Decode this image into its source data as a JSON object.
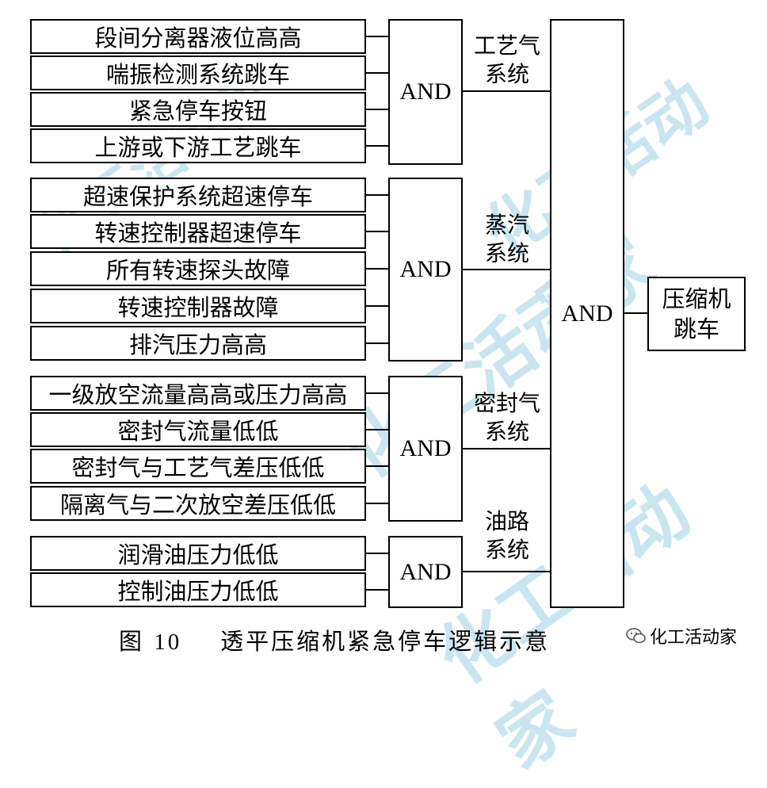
{
  "watermark": "化工活动家",
  "inputs": [
    "段间分离器液位高高",
    "喘振检测系统跳车",
    "紧急停车按钮",
    "上游或下游工艺跳车",
    "超速保护系统超速停车",
    "转速控制器超速停车",
    "所有转速探头故障",
    "转速控制器故障",
    "排汽压力高高",
    "一级放空流量高高或压力高高",
    "密封气流量低低",
    "密封气与工艺气差压低低",
    "隔离气与二次放空差压低低",
    "润滑油压力低低",
    "控制油压力低低"
  ],
  "gates": [
    "AND",
    "AND",
    "AND",
    "AND"
  ],
  "systems": [
    [
      "工艺气",
      "系统"
    ],
    [
      "蒸汽",
      "系统"
    ],
    [
      "密封气",
      "系统"
    ],
    [
      "油路",
      "系统"
    ]
  ],
  "main_gate": "AND",
  "output": [
    "压缩机",
    "跳车"
  ],
  "caption": {
    "figure": "图",
    "number": "10",
    "title": "透平压缩机紧急停车逻辑示意"
  },
  "credit": "化工活动家"
}
